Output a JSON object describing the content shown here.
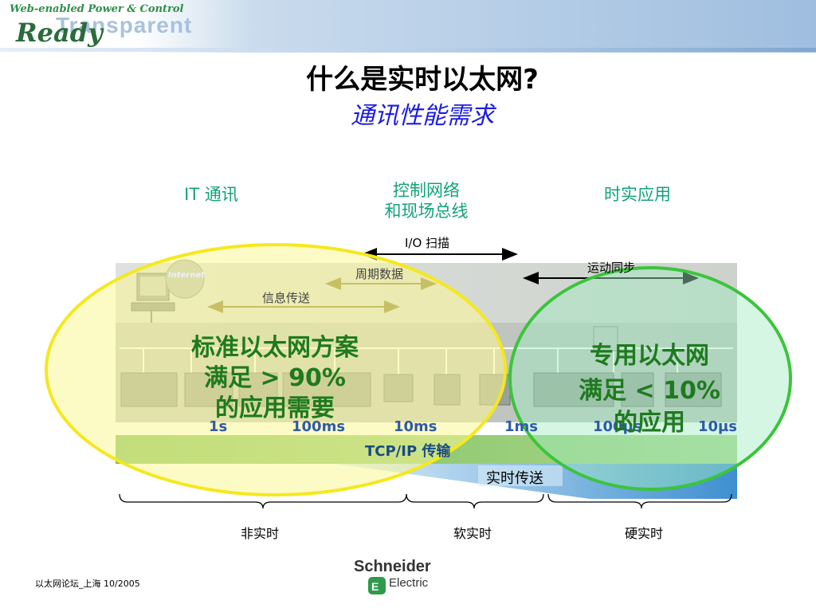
{
  "header": {
    "logo_line1": "Web-enabled Power & Control",
    "logo_transparent": "Transparent",
    "logo_ready": "Ready"
  },
  "title": "什么是实时以太网?",
  "subtitle": "通讯性能需求",
  "categories": {
    "it": "IT 通讯",
    "control_line1": "控制网络",
    "control_line2": "和现场总线",
    "realtime_app": "时实应用"
  },
  "arrows": {
    "io_scan": "I/O 扫描",
    "periodic_data": "周期数据",
    "info_transfer": "信息传送",
    "motion_sync": "运动同步"
  },
  "network_label": "Internet",
  "callouts": {
    "standard_line1": "标准以太网方案",
    "standard_line2": "满足 > 90%",
    "standard_line3": "的应用需要",
    "dedicated_line1": "专用以太网",
    "dedicated_line2": "满足 < 10%",
    "dedicated_line3": "的应用"
  },
  "timescale": [
    "1s",
    "100ms",
    "10ms",
    "1ms",
    "100µs",
    "10µs"
  ],
  "bands": {
    "tcp": "TCP/IP 传输",
    "realtime": "实时传送"
  },
  "ranges": {
    "non_realtime": "非实时",
    "soft_realtime": "软实时",
    "hard_realtime": "硬实时"
  },
  "footer": {
    "left": "以太网论坛_上海  10/2005",
    "brand_line1": "Schneider",
    "brand_line2": "Electric"
  },
  "colors": {
    "yellow_circle": "#f5e81e",
    "green_circle": "#3cc43c",
    "title_blue": "#1b1be0",
    "category_green": "#11a37a"
  }
}
